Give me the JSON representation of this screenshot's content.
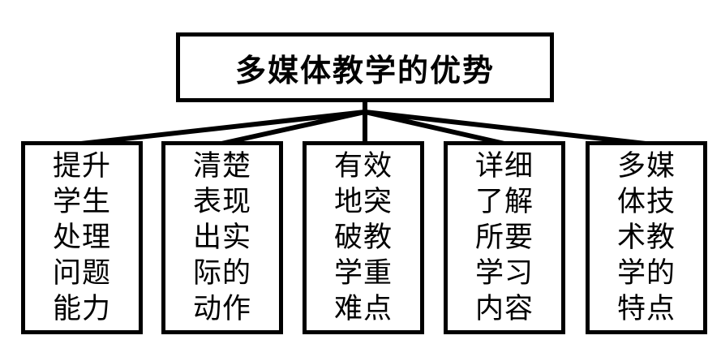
{
  "root": {
    "label": "多媒体教学的优势"
  },
  "children": [
    {
      "text": "提升\n学生\n处理\n问题\n能力"
    },
    {
      "text": "清楚\n表现\n出实\n际的\n动作"
    },
    {
      "text": "有效\n地突\n破教\n学重\n难点"
    },
    {
      "text": "详细\n了解\n所要\n学习\n内容"
    },
    {
      "text": "多媒\n体技\n术教\n学的\n特点"
    }
  ],
  "colors": {
    "background": "#ffffff",
    "border": "#000000",
    "text": "#000000",
    "connector": "#000000"
  }
}
